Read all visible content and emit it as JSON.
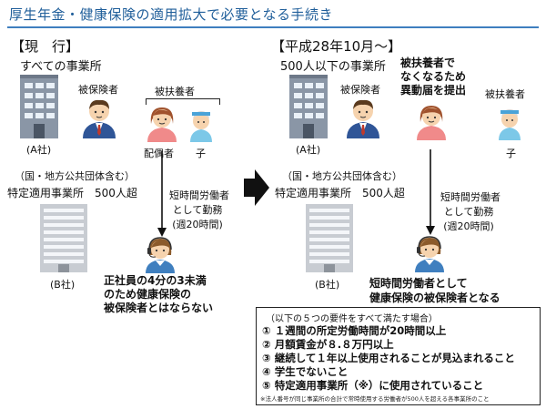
{
  "title": "厚生年金・健康保険の適用拡大で必要となる手続き",
  "left": {
    "header": "【現　行】",
    "subheader": "すべての事業所",
    "company_a": "(A社)",
    "insured": "被保険者",
    "dependents": "被扶養者",
    "spouse": "配偶者",
    "child": "子",
    "org_note": "（国・地方公共団体含む）",
    "special_office": "特定適用事業所　500人超",
    "company_b": "(B社)",
    "work_note": [
      "短時間労働者",
      "として勤務",
      "(週20時間)"
    ],
    "result": [
      "正社員の4分の3未満",
      "のため健康保険の",
      "被保険者とはならない"
    ]
  },
  "right": {
    "header": "【平成28年10月～】",
    "subheader": "500人以下の事業所",
    "company_a": "(A社)",
    "insured": "被保険者",
    "removal_note": [
      "被扶養者で",
      "なくなるため",
      "異動届を提出"
    ],
    "dependents": "被扶養者",
    "child": "子",
    "org_note": "（国・地方公共団体含む）",
    "special_office": "特定適用事業所　500人超",
    "company_b": "(B社)",
    "work_note": [
      "短時間労働者",
      "として勤務",
      "(週20時間)"
    ],
    "result": [
      "短時間労働者として",
      "健康保険の被保険者となる"
    ]
  },
  "requirements": {
    "heading": "（以下の５つの要件をすべて満たす場合）",
    "items": [
      "① １週間の所定労働時間が20時間以上",
      "② 月額賃金が８.８万円以上",
      "③ 継続して１年以上使用されることが見込まれること",
      "④ 学生でないこと",
      "⑤ 特定適用事業所（※）に使用されていること"
    ],
    "footnote": "※法人番号が同じ事業所の合計で常時使用する労働者が500人を超える各事業所のこと"
  },
  "colors": {
    "title": "#1f5e9a",
    "building_small": "#8a96a6",
    "building_large": "#c8ccd2",
    "arrow": "#111111",
    "face": "#f6d3ae",
    "suit": "#2f5597",
    "spouse_shirt": "#f08a8a",
    "child_shirt": "#7cc8e8",
    "worker_shirt": "#3f7fbf"
  },
  "icons": [
    "building-small-icon",
    "building-large-icon",
    "businessman-icon",
    "woman-icon",
    "child-icon",
    "headset-worker-icon",
    "arrow-down-icon",
    "arrow-right-icon"
  ]
}
